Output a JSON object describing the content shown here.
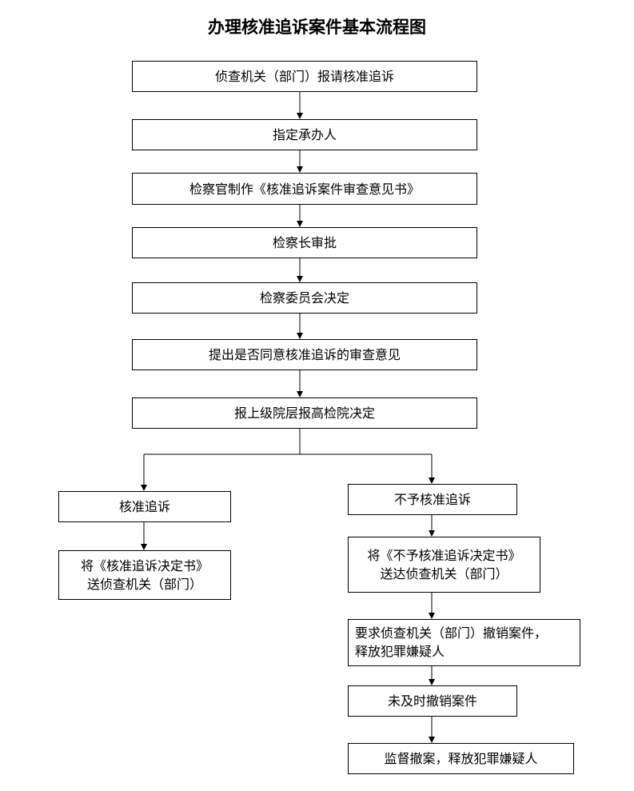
{
  "title": "办理核准追诉案件基本流程图",
  "steps": [
    "侦查机关（部门）报请核准追诉",
    "指定承办人",
    "检察官制作《核准追诉案件审查意见书》",
    "检察长审批",
    "检察委员会决定",
    "提出是否同意核准追诉的审查意见",
    "报上级院层报高检院决定"
  ],
  "left_branch": {
    "decision": "核准追诉",
    "step_lines": [
      "将《核准追诉决定书》",
      "送侦查机关（部门）"
    ]
  },
  "right_branch": {
    "decision": "不予核准追诉",
    "send_lines": [
      "将《不予核准追诉决定书》",
      "送达侦查机关（部门）"
    ],
    "require_lines": [
      "要求侦查机关（部门）撤销案件，",
      "释放犯罪嫌疑人"
    ],
    "not_revoked": "未及时撤销案件",
    "supervise": "监督撤案，释放犯罪嫌疑人"
  }
}
